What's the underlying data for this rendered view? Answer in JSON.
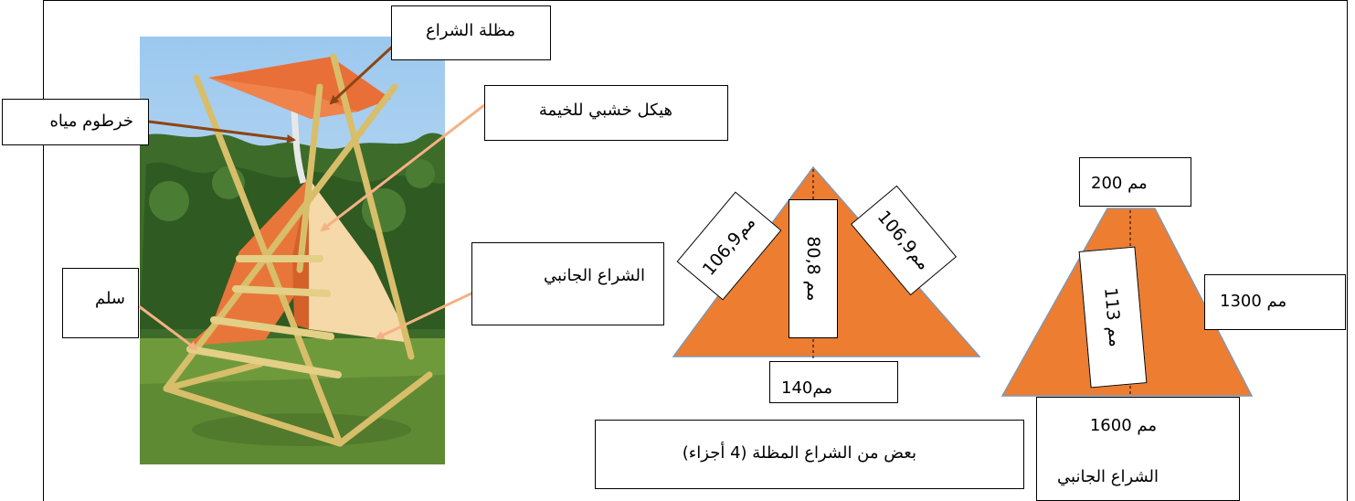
{
  "photo": {
    "labels": {
      "canopy": "مظلة الشراع",
      "hose": "خرطوم مياه",
      "frame": "هيكل خشبي للخيمة",
      "side_sail": "الشراع الجانبي",
      "ladder": "سلم"
    }
  },
  "canopy_piece": {
    "left_edge": "106,9مم",
    "right_edge": "106,9مم",
    "height": "80,8 مم",
    "base": "140مم",
    "caption": "بعض من الشراع المظلة (4 أجزاء)"
  },
  "side_sail": {
    "top": "200 مم",
    "side": "1300 مم",
    "height": "113 مم",
    "base": "1600 مم",
    "caption": "الشراع الجانبي"
  },
  "colors": {
    "sail_fill": "#ED7D31",
    "arrow_brown": "#8B4513",
    "arrow_salmon": "#F4B183"
  }
}
